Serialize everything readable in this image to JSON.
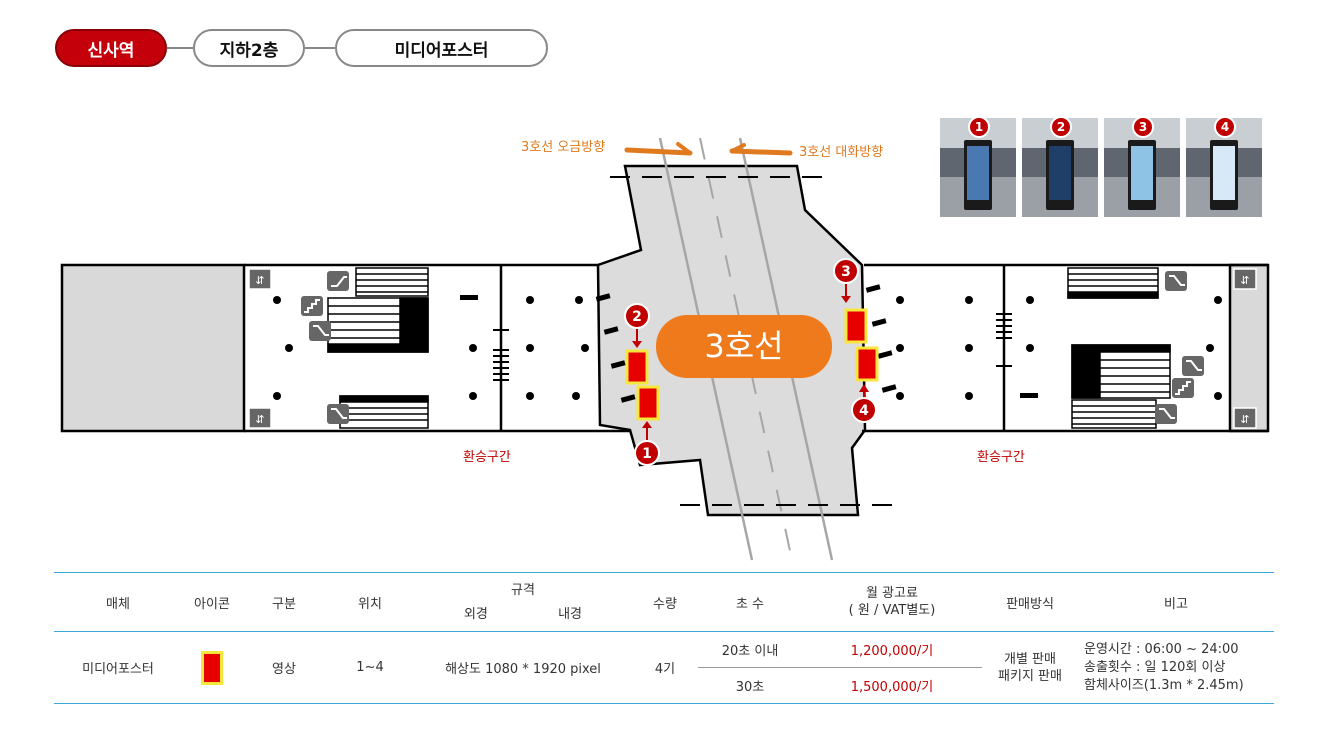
{
  "breadcrumb": {
    "station": "신사역",
    "floor": "지하2층",
    "media": "미디어포스터"
  },
  "map": {
    "direction_left": "3호선 오금방향",
    "direction_right": "3호선 대화방향",
    "line_label": "3호선",
    "transfer_left": "환승구간",
    "transfer_right": "환승구간",
    "markers": [
      "1",
      "2",
      "3",
      "4"
    ]
  },
  "photos": [
    "1",
    "2",
    "3",
    "4"
  ],
  "table": {
    "headers": {
      "media": "매체",
      "icon": "아이콘",
      "type": "구분",
      "location": "위치",
      "spec": "규격",
      "spec_outer": "외경",
      "spec_inner": "내경",
      "qty": "수량",
      "seconds": "초 수",
      "fee_line1": "월 광고료",
      "fee_line2": "( 원 / VAT별도)",
      "sales": "판매방식",
      "remarks": "비고"
    },
    "row": {
      "media": "미디어포스터",
      "type": "영상",
      "location": "1~4",
      "spec": "해상도 1080 * 1920 pixel",
      "qty": "4기",
      "options": [
        {
          "seconds": "20초 이내",
          "fee": "1,200,000/기"
        },
        {
          "seconds": "30초",
          "fee": "1,500,000/기"
        }
      ],
      "sales_line1": "개별 판매",
      "sales_line2": "패키지 판매",
      "remarks": [
        "운영시간 : 06:00 ~ 24:00",
        "송출횟수 : 일 120회 이상",
        "함체사이즈(1.3m * 2.45m)"
      ]
    }
  },
  "colors": {
    "accent": "#c4000a",
    "orange": "#e07a1f",
    "line": "#3aa8d8",
    "poster": "#e60000",
    "poster_border": "#f7e63c"
  }
}
